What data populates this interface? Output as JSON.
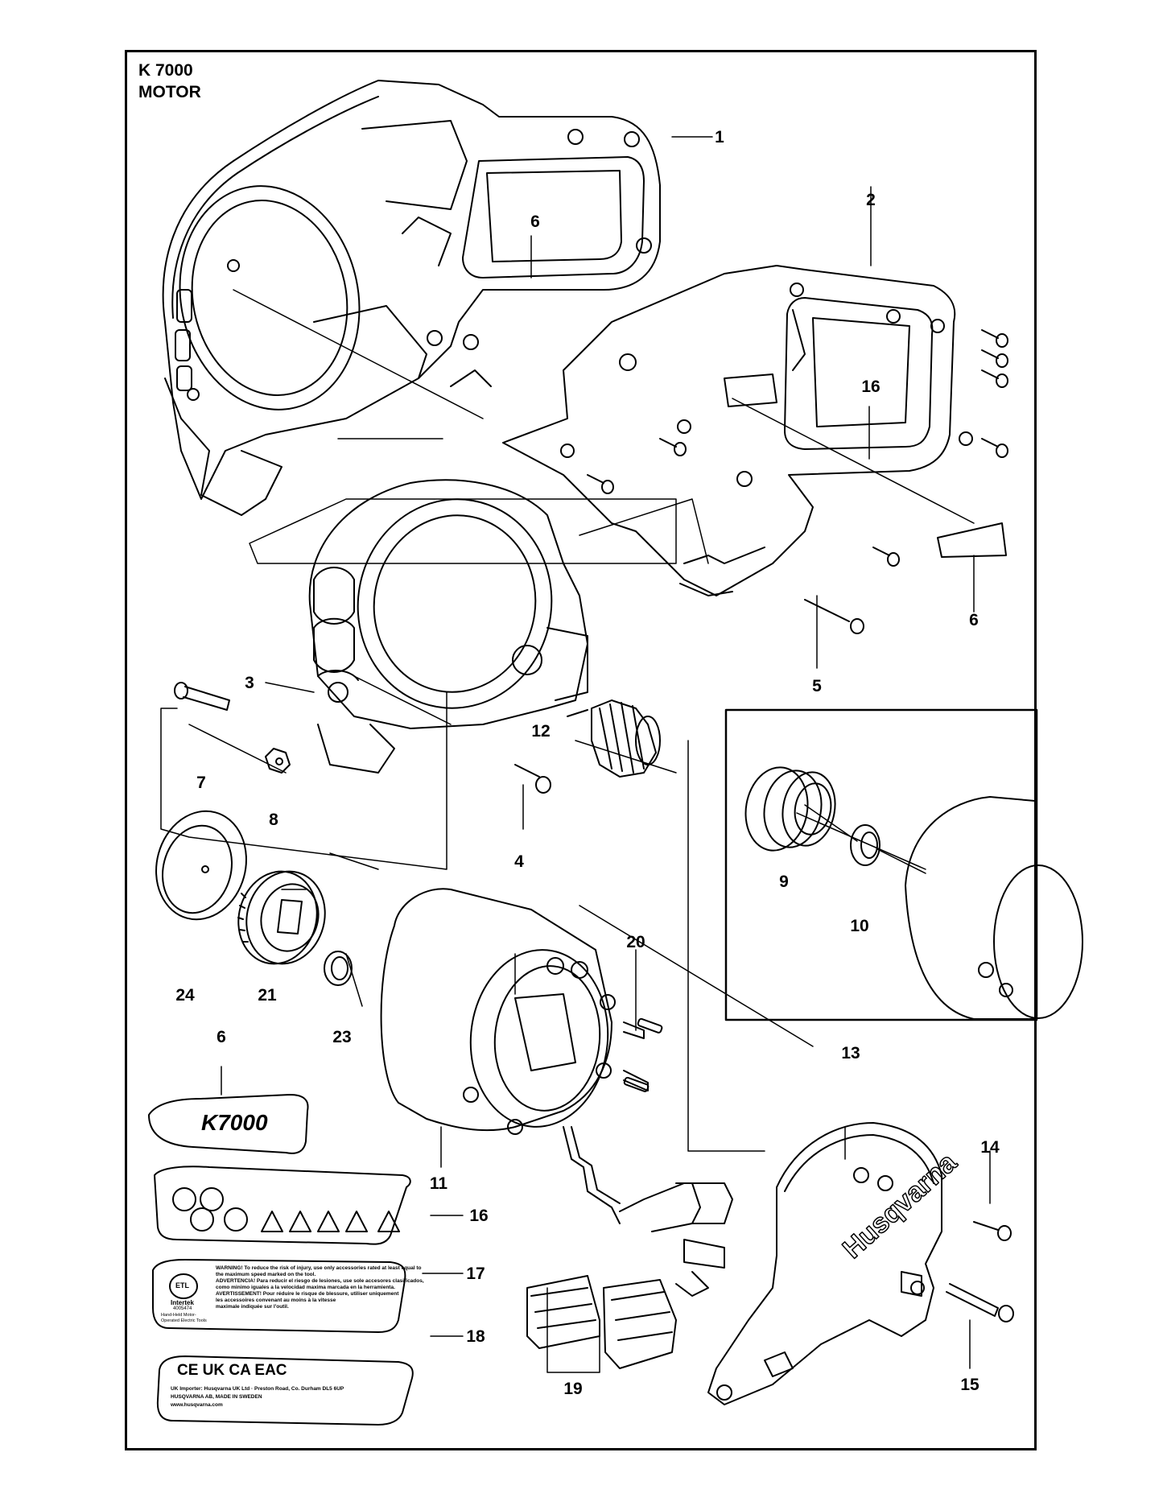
{
  "title": {
    "model": "K 7000",
    "section": "MOTOR"
  },
  "callouts": [
    "1",
    "2",
    "3",
    "4",
    "5",
    "6",
    "7",
    "8",
    "9",
    "10",
    "11",
    "12",
    "13",
    "14",
    "15",
    "16",
    "17",
    "18",
    "19",
    "20",
    "21",
    "23",
    "24",
    "6",
    "16",
    "17"
  ],
  "decals": {
    "model_decal": "K7000",
    "cover_logo": "Husqvarna",
    "decal_17": {
      "lines": [
        "WARNING! To reduce the risk of injury, use only accessories rated at least equal to",
        "the maximum speed marked on the tool.",
        "ADVERTENCIA! Para reducir el riesgo de lesiones, use sole accesores clasificados,",
        "como minimo iguales a la velocidad maxima marcada en la herramienta.",
        "AVERTISSEMENT! Pour réduire le risque de blessure, utiliser uniquement",
        "les accessoires convenant au moins à la vitesse",
        "maximale indiquée sur l'outil."
      ],
      "cert_mark": "ETL",
      "cert_name": "Intertek",
      "cert_number": "4005474",
      "tool_type": "Hand-Held Motor-Operated Electric Tools"
    },
    "decal_18": {
      "marks": "CE  UK CA  EAC",
      "importer": "UK Importer: Husqvarna UK Ltd · Preston Road, Co. Durham DL5 6UP",
      "maker": "HUSQVARNA AB, MADE IN SWEDEN",
      "web": "www.husqvarna.com"
    }
  }
}
